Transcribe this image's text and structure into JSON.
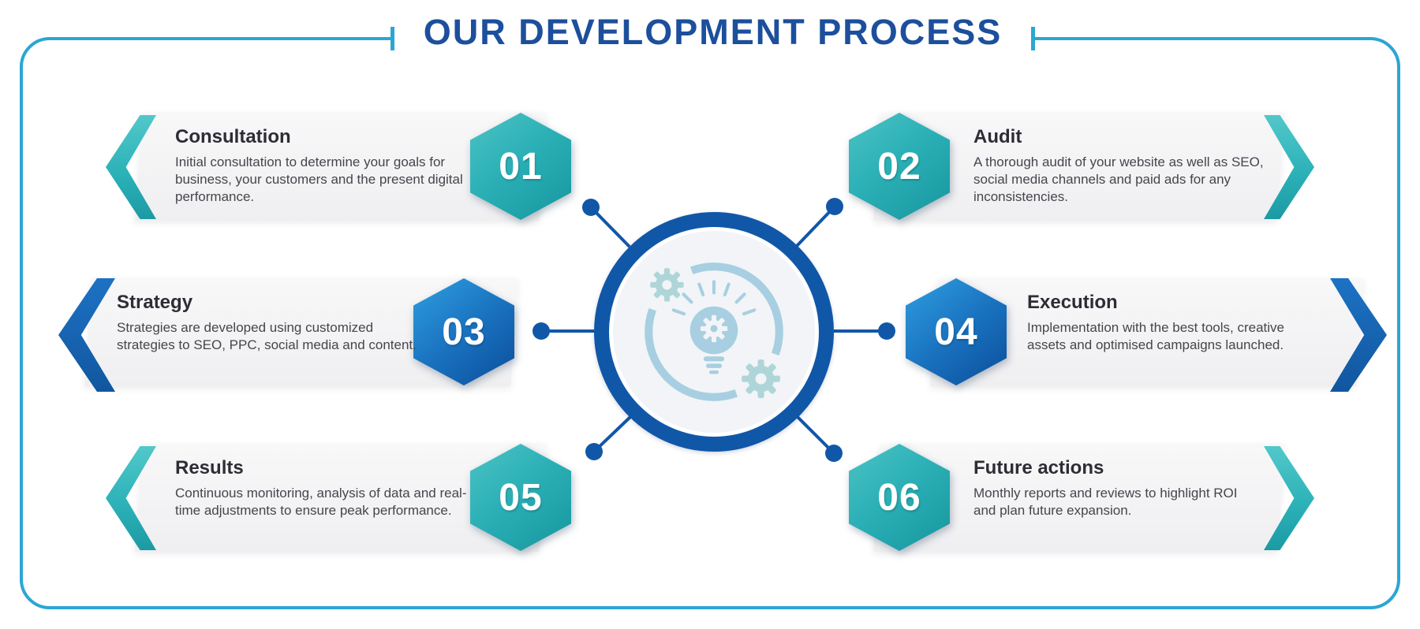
{
  "title": "OUR DEVELOPMENT PROCESS",
  "steps": [
    {
      "num": "01",
      "title": "Consultation",
      "desc": "Initial consultation to determine your goals for business, your customers and the present digital performance.",
      "side": "left",
      "theme": "teal"
    },
    {
      "num": "02",
      "title": "Audit",
      "desc": "A thorough audit of your website as well as SEO, social media channels and paid ads for any inconsistencies.",
      "side": "right",
      "theme": "teal"
    },
    {
      "num": "03",
      "title": "Strategy",
      "desc": "Strategies are developed using customized strategies to SEO, PPC, social media and content.",
      "side": "left",
      "theme": "blue"
    },
    {
      "num": "04",
      "title": "Execution",
      "desc": "Implementation with the best tools, creative assets and optimised campaigns launched.",
      "side": "right",
      "theme": "blue"
    },
    {
      "num": "05",
      "title": "Results",
      "desc": "Continuous monitoring, analysis of data and real-time adjustments to ensure peak performance.",
      "side": "left",
      "theme": "teal"
    },
    {
      "num": "06",
      "title": "Future actions",
      "desc": "Monthly reports and reviews to highlight ROI and plan future expansion.",
      "side": "right",
      "theme": "teal"
    }
  ],
  "colors": {
    "accent_teal": "#2bb0b6",
    "accent_blue": "#1157a8",
    "title_blue": "#1c4f9c",
    "frame_blue": "#2ba6d4",
    "bar_gray": "#f1f1f3",
    "icon_light_blue": "#a7cfe1",
    "text_dark": "#2d2d34"
  },
  "center_icon": "lightbulb-gears"
}
